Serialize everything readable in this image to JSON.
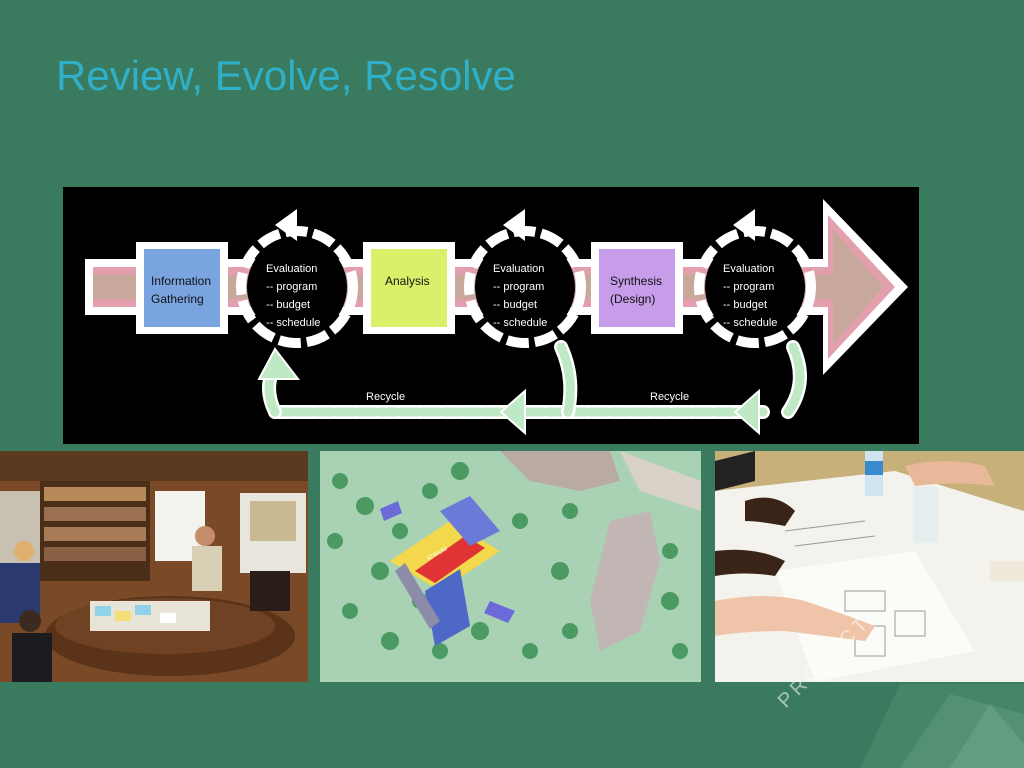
{
  "title": "Review, Evolve, Resolve",
  "diagram": {
    "stages": [
      {
        "lines": [
          "Information",
          "Gathering"
        ],
        "color": "#79a4e0"
      },
      {
        "lines": [
          "Analysis"
        ],
        "color": "#dcef6a"
      },
      {
        "lines": [
          "Synthesis",
          "(Design)"
        ],
        "color": "#c79ce8"
      }
    ],
    "evaluations": [
      {
        "lines": [
          "Evaluation",
          "-- program",
          "-- budget",
          "-- schedule"
        ]
      },
      {
        "lines": [
          "Evaluation",
          "-- program",
          "-- budget",
          "-- schedule"
        ]
      },
      {
        "lines": [
          "Evaluation",
          "-- program",
          "-- budget",
          "-- schedule"
        ]
      }
    ],
    "recycle_labels": [
      "Recycle",
      "Recycle"
    ]
  },
  "photo2": {
    "labels": [
      "ATRIUM"
    ]
  },
  "watermark": "PROJECT",
  "colors": {
    "background": "#3a7a5e",
    "title": "#2fb0c8",
    "arrow_band": "#e8a0b0",
    "recycle_arrow": "#bfe8c4"
  }
}
